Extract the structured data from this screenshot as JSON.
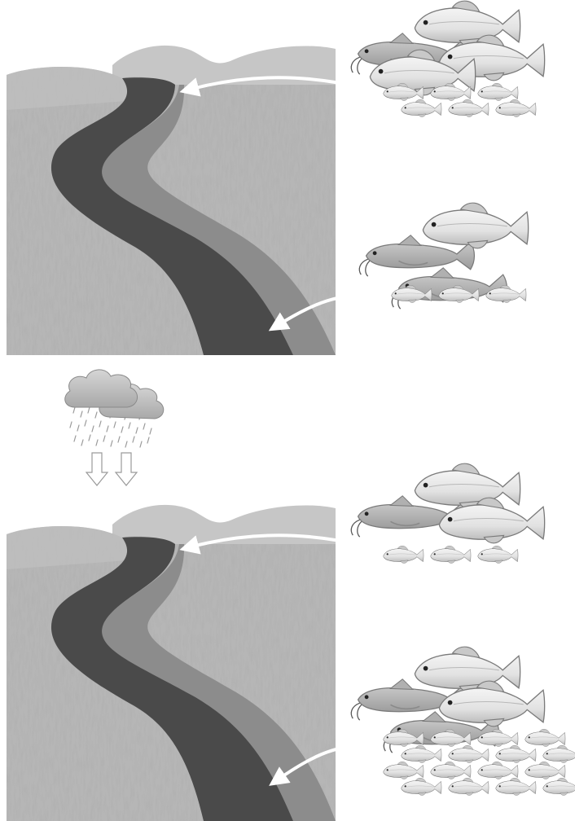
{
  "figure": {
    "panels": [
      {
        "id": "dry-season",
        "elements": [
          "hills",
          "grassland",
          "river",
          "upstream-fish-school",
          "downstream-fish-school"
        ],
        "upstream_school": {
          "large_fish": 3,
          "catfish": 1,
          "small_fish": 6
        },
        "downstream_school": {
          "large_fish": 1,
          "catfish": 2,
          "small_fish": 3
        }
      },
      {
        "id": "wet-season",
        "elements": [
          "hills",
          "grassland",
          "river",
          "upstream-fish-school",
          "downstream-fish-school"
        ],
        "upstream_school": {
          "large_fish": 2,
          "catfish": 1,
          "small_fish": 3
        },
        "downstream_school": {
          "large_fish": 2,
          "catfish": 2,
          "small_fish": 16
        }
      }
    ],
    "transition": {
      "icon": "rain-cloud-icon",
      "arrows": 2,
      "direction": "down"
    },
    "colors": {
      "grass": "#b4b4b4",
      "hills": "#c4c4c4",
      "river": "#4a4a4a",
      "river_bank": "#8a8a8a",
      "fish_light": "#eeeeee",
      "fish_dark": "#a8a8a8",
      "arrow": "#ffffff"
    }
  }
}
